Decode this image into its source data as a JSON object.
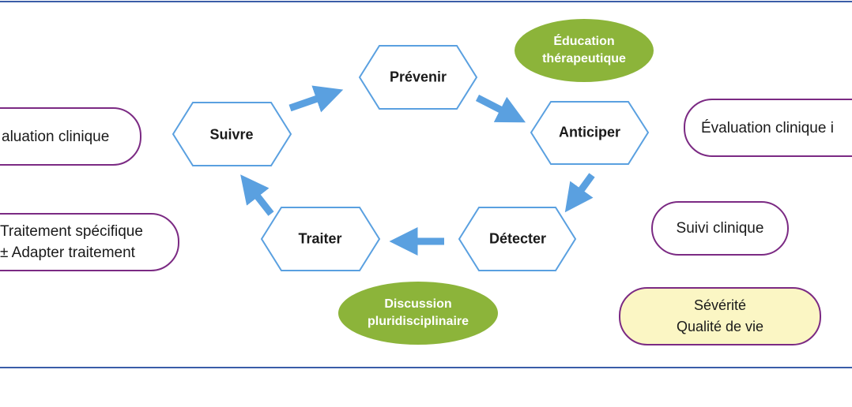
{
  "cycle": {
    "prevenir": "Prévenir",
    "anticiper": "Anticiper",
    "detecter": "Détecter",
    "traiter": "Traiter",
    "suivre": "Suivre"
  },
  "badges": {
    "education": [
      "Éducation",
      "thérapeutique"
    ],
    "discussion": [
      "Discussion",
      "pluridisciplinaire"
    ]
  },
  "left_boxes": {
    "evaluation": "aluation clinique",
    "traitement": [
      "Traitement spécifique",
      "± Adapter traitement"
    ]
  },
  "right_boxes": {
    "evaluation": "Évaluation clinique i",
    "suivi": "Suivi clinique",
    "severite": [
      "Sévérité",
      "Qualité de vie"
    ]
  },
  "colors": {
    "hex_border": "#5aa0e0",
    "arrow": "#5aa0e0",
    "ellipse": "#8cb43a",
    "box_border": "#7b2a83",
    "box_highlight": "#fbf6c4",
    "rule": "#3a5da8"
  }
}
